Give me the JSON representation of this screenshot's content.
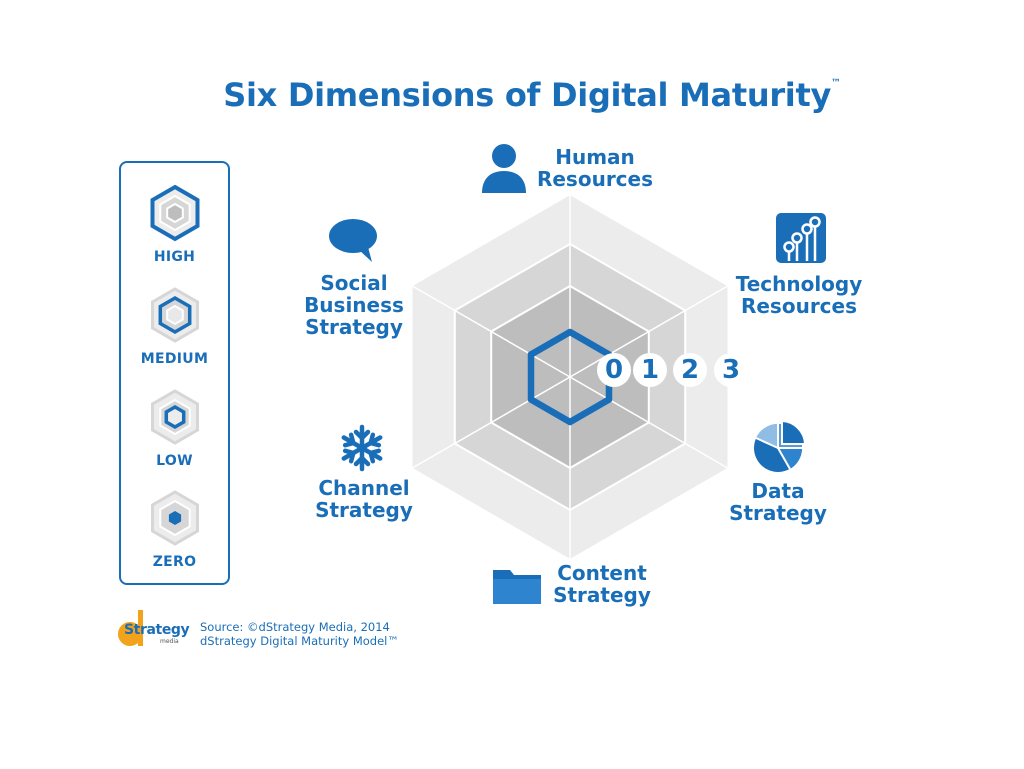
{
  "title": "Six Dimensions of Digital Maturity",
  "title_mark": "™",
  "legend": [
    {
      "label": "HIGH"
    },
    {
      "label": "MEDIUM"
    },
    {
      "label": "LOW"
    },
    {
      "label": "ZERO"
    }
  ],
  "dimensions": {
    "human": [
      "Human",
      "Resources"
    ],
    "technology": [
      "Technology",
      "Resources"
    ],
    "data": [
      "Data",
      "Strategy"
    ],
    "content": [
      "Content",
      "Strategy"
    ],
    "channel": [
      "Channel",
      "Strategy"
    ],
    "social": [
      "Social",
      "Business",
      "Strategy"
    ]
  },
  "scale": [
    "0",
    "1",
    "2",
    "3"
  ],
  "source": {
    "line1": "Source: ©dStrategy Media, 2014",
    "line2": "dStrategy Digital Maturity Model™"
  },
  "logo": {
    "text": "Strategy",
    "sub": "media"
  },
  "icons": {
    "human": "person-icon",
    "technology": "circuit-chart-icon",
    "data": "pie-chart-icon",
    "content": "folder-icon",
    "channel": "snowflake-icon",
    "social": "speech-bubble-icon"
  },
  "colors": {
    "brand": "#1a6eb8",
    "ring_light": "#ececec",
    "ring_mid": "#d6d6d6",
    "ring_dark": "#bdbdbd"
  }
}
